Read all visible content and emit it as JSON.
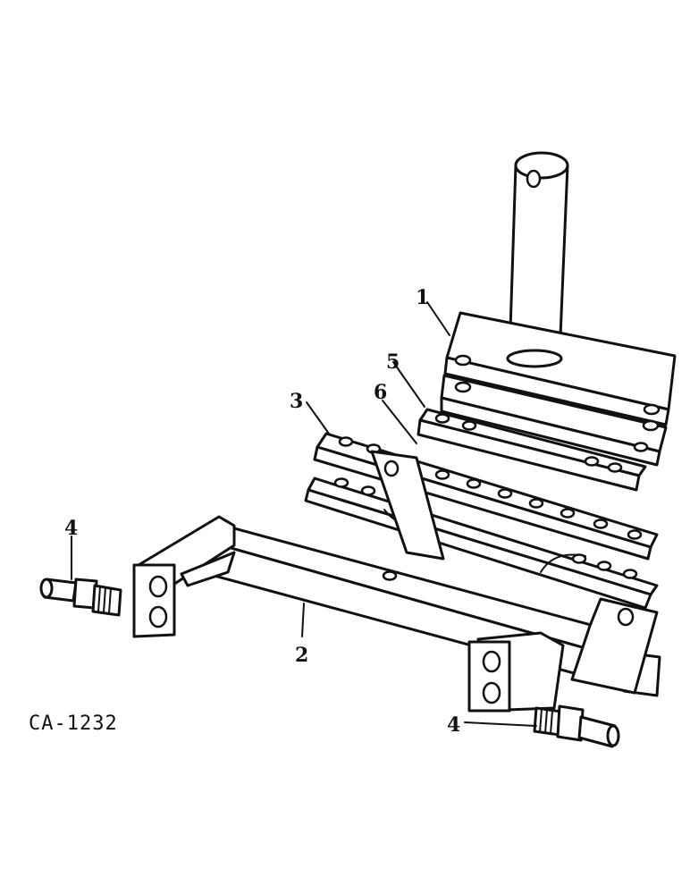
{
  "drawing_id": "CA-1232",
  "callouts": [
    {
      "part": "1",
      "label": "1"
    },
    {
      "part": "2",
      "label": "2"
    },
    {
      "part": "3",
      "label": "3"
    },
    {
      "part": "4",
      "label": "4"
    },
    {
      "part": "4",
      "label": "4"
    },
    {
      "part": "5",
      "label": "5"
    },
    {
      "part": "6",
      "label": "6"
    }
  ]
}
